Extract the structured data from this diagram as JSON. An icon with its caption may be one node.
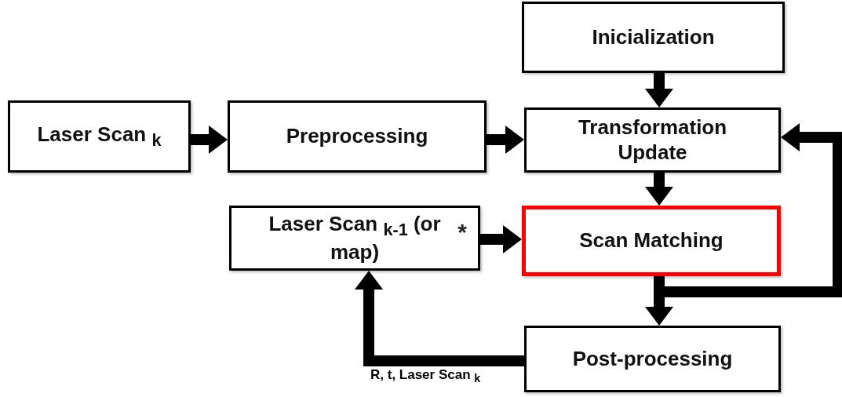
{
  "diagram": {
    "nodes": [
      {
        "text": [
          "Inicialization"
        ]
      },
      {
        "text": [
          "Laser Scan $_{k}$"
        ]
      },
      {
        "text": [
          "Preprocessing"
        ]
      },
      {
        "text": [
          "Transformation Update"
        ]
      },
      {
        "text": [
          "Laser Scan $_{k-1}$ (or map)",
          "*"
        ]
      },
      {
        "text": [
          "Scan Matching"
        ]
      },
      {
        "text": [
          "Post-processing"
        ]
      }
    ],
    "edges": [
      {
        "from": 0,
        "to": 3,
        "arrow": "to"
      },
      {
        "from": 1,
        "to": 2,
        "arrow": "to"
      },
      {
        "from": 2,
        "to": 3,
        "arrow": "to"
      },
      {
        "from": 3,
        "to": 5,
        "arrow": "to"
      },
      {
        "from": 4,
        "to": 5,
        "arrow": "to"
      },
      {
        "from": 5,
        "to": 6,
        "arrow": "to"
      },
      {
        "from": 5,
        "to": 3,
        "arrow": "to"
      },
      {
        "from": 6,
        "to": 4,
        "arrow": "to",
        "label": "R, t, Laser Scan $_{k}$"
      }
    ]
  }
}
